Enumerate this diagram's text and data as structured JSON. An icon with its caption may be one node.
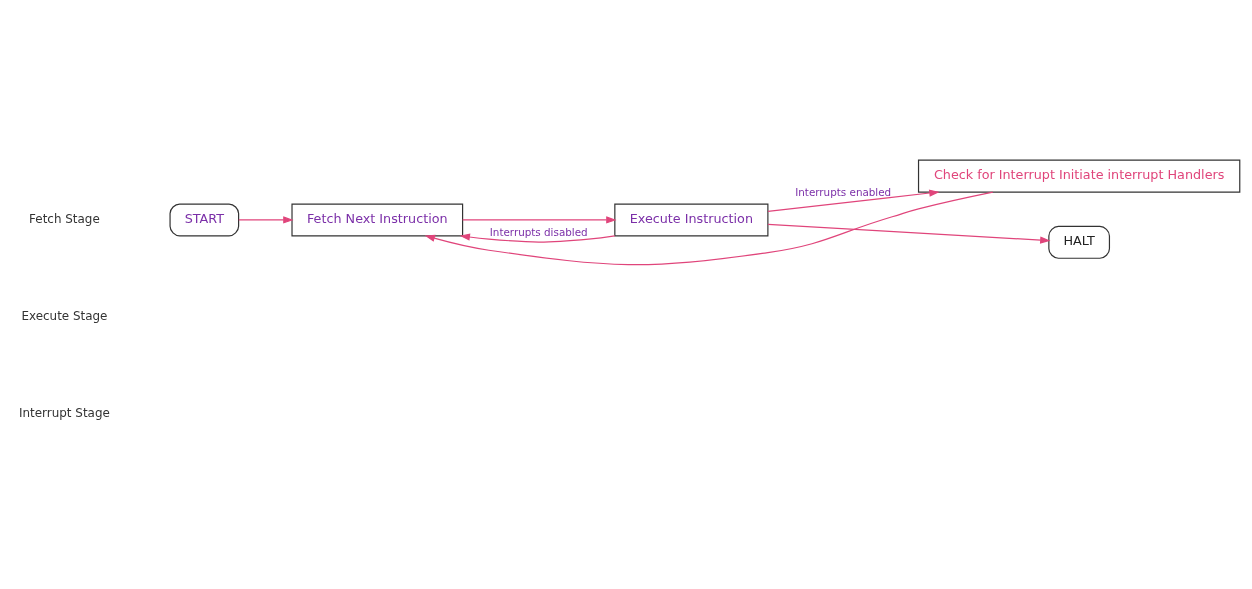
{
  "diagram": {
    "nodes": [
      {
        "text": [
          "START"
        ]
      },
      {
        "text": [
          "Fetch Next Instruction"
        ]
      },
      {
        "text": [
          "Execute Instruction"
        ]
      },
      {
        "text": [
          "Check for Interrupt Initiate interrupt Handlers"
        ]
      },
      {
        "text": [
          "HALT"
        ]
      }
    ],
    "edges": [
      {
        "from": 0,
        "to": 1,
        "arrow": "to"
      },
      {
        "from": 1,
        "to": 2,
        "arrow": "to"
      },
      {
        "from": 2,
        "to": 3,
        "arrow": "to",
        "label": "Interrupts enabled"
      },
      {
        "from": 2,
        "to": 1,
        "arrow": "to",
        "label": "Interrupts disabled"
      },
      {
        "from": 3,
        "to": 1,
        "arrow": "to"
      },
      {
        "from": 2,
        "to": 4,
        "arrow": "to"
      }
    ],
    "labels": [
      "Fetch Stage",
      "Execute Stage",
      "Interrupt Stage"
    ]
  }
}
